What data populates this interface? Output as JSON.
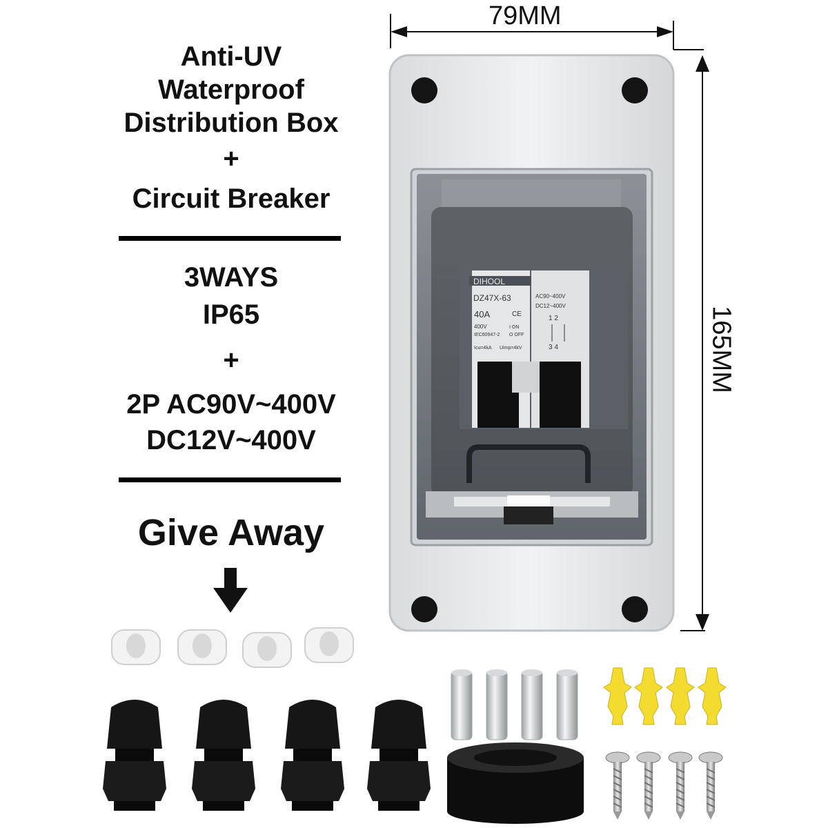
{
  "headline": {
    "line1": "Anti-UV",
    "line2": "Waterproof",
    "line3": "Distribution Box",
    "plus1": "+",
    "line4": "Circuit Breaker"
  },
  "specs": {
    "ways": "3WAYS",
    "ip": "IP65",
    "plus2": "+",
    "ac": "2P AC90V~400V",
    "dc": "DC12V~400V"
  },
  "giveaway": "Give Away",
  "dimensions": {
    "width": "79MM",
    "height": "165MM"
  },
  "breaker": {
    "brand": "DIHOOL",
    "model": "DZ47X-63",
    "rating": "40A",
    "ce": "CE",
    "voltage": "400V",
    "standard": "IEC60947-2",
    "on": "I ON",
    "off": "O OFF",
    "icu": "Icu=4kA",
    "uimp": "Uimp=4kV",
    "ac_range": "AC90~400V",
    "dc_range": "DC12~400V",
    "poles_top": "1 2",
    "poles_bottom": "3 4"
  },
  "accessories": {
    "rubber_plugs": 4,
    "cable_glands": 4,
    "ferrules": 4,
    "wall_anchors": 4,
    "screws": 4,
    "tape_rolls": 1
  },
  "colors": {
    "box": "#e9ebec",
    "gland": "#0d0d0d",
    "anchor": "#f3dc2f",
    "plug": "#f4f4f4"
  }
}
